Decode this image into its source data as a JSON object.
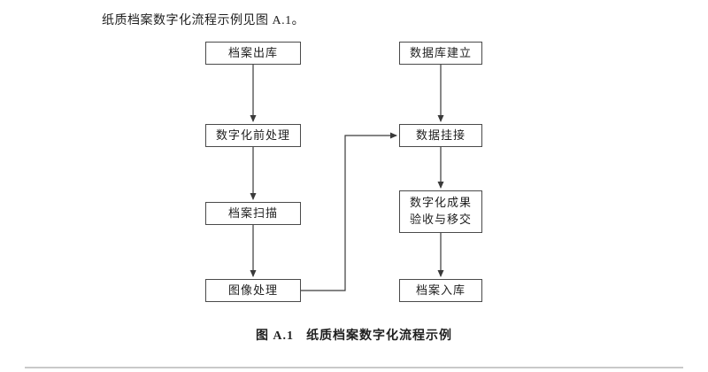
{
  "intro": "纸质档案数字化流程示例见图 A.1。",
  "caption": {
    "prefix": "图 A.1",
    "title": "纸质档案数字化流程示例"
  },
  "flow": {
    "left": [
      {
        "label": "档案出库"
      },
      {
        "label": "数字化前处理"
      },
      {
        "label": "档案扫描"
      },
      {
        "label": "图像处理"
      }
    ],
    "right": [
      {
        "label": "数据库建立"
      },
      {
        "label": "数据挂接"
      },
      {
        "line1": "数字化成果",
        "line2": "验收与移交"
      },
      {
        "label": "档案入库"
      }
    ]
  },
  "line_color": "#3a3a3a"
}
